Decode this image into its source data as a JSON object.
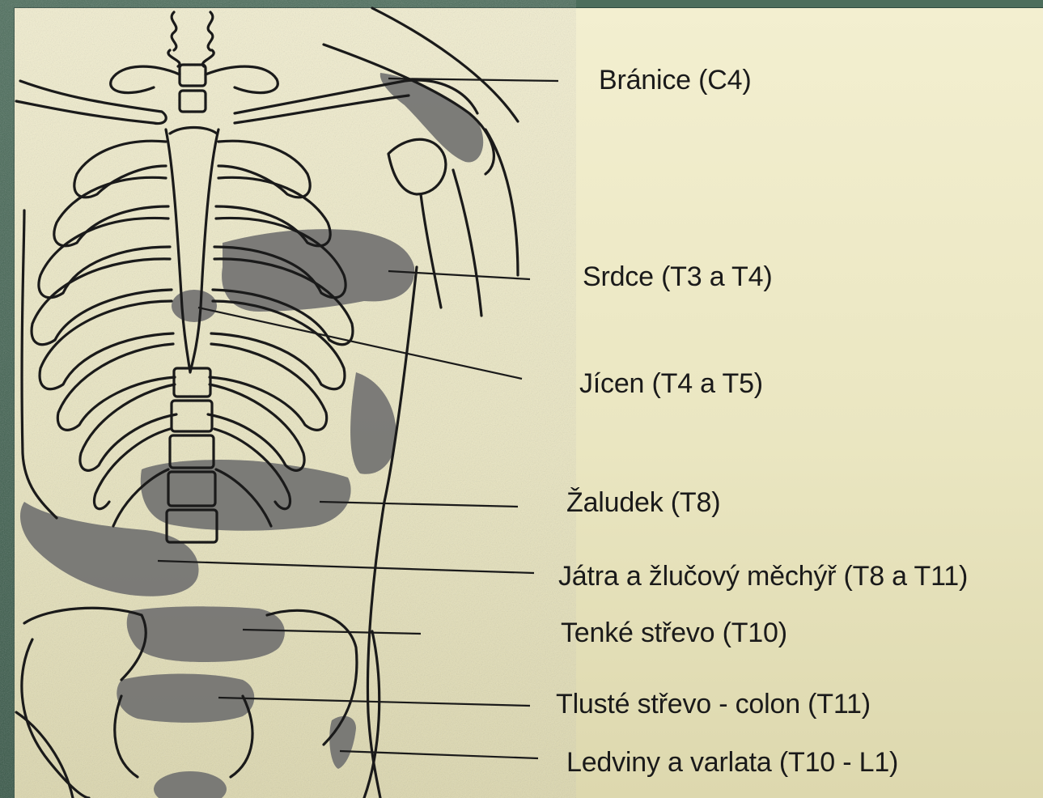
{
  "labels": [
    {
      "id": "branice",
      "text": "Bránice (C4)"
    },
    {
      "id": "srdce",
      "text": "Srdce (T3 a T4)"
    },
    {
      "id": "jicen",
      "text": "Jícen (T4 a T5)"
    },
    {
      "id": "zaludek",
      "text": "Žaludek (T8)"
    },
    {
      "id": "jatra",
      "text": "Játra a žlučový měchýř (T8 a T11)"
    },
    {
      "id": "tenke",
      "text": "Tenké střevo  (T10)"
    },
    {
      "id": "tluste",
      "text": "Tlusté střevo - colon  (T11)"
    },
    {
      "id": "ledviny",
      "text": "Ledviny a varlata  (T10 - L1)"
    }
  ],
  "colors": {
    "frame": "#3f6150",
    "panel": "#efebc8",
    "ink": "#1a1a1a",
    "shade": "#6f6f6f"
  }
}
